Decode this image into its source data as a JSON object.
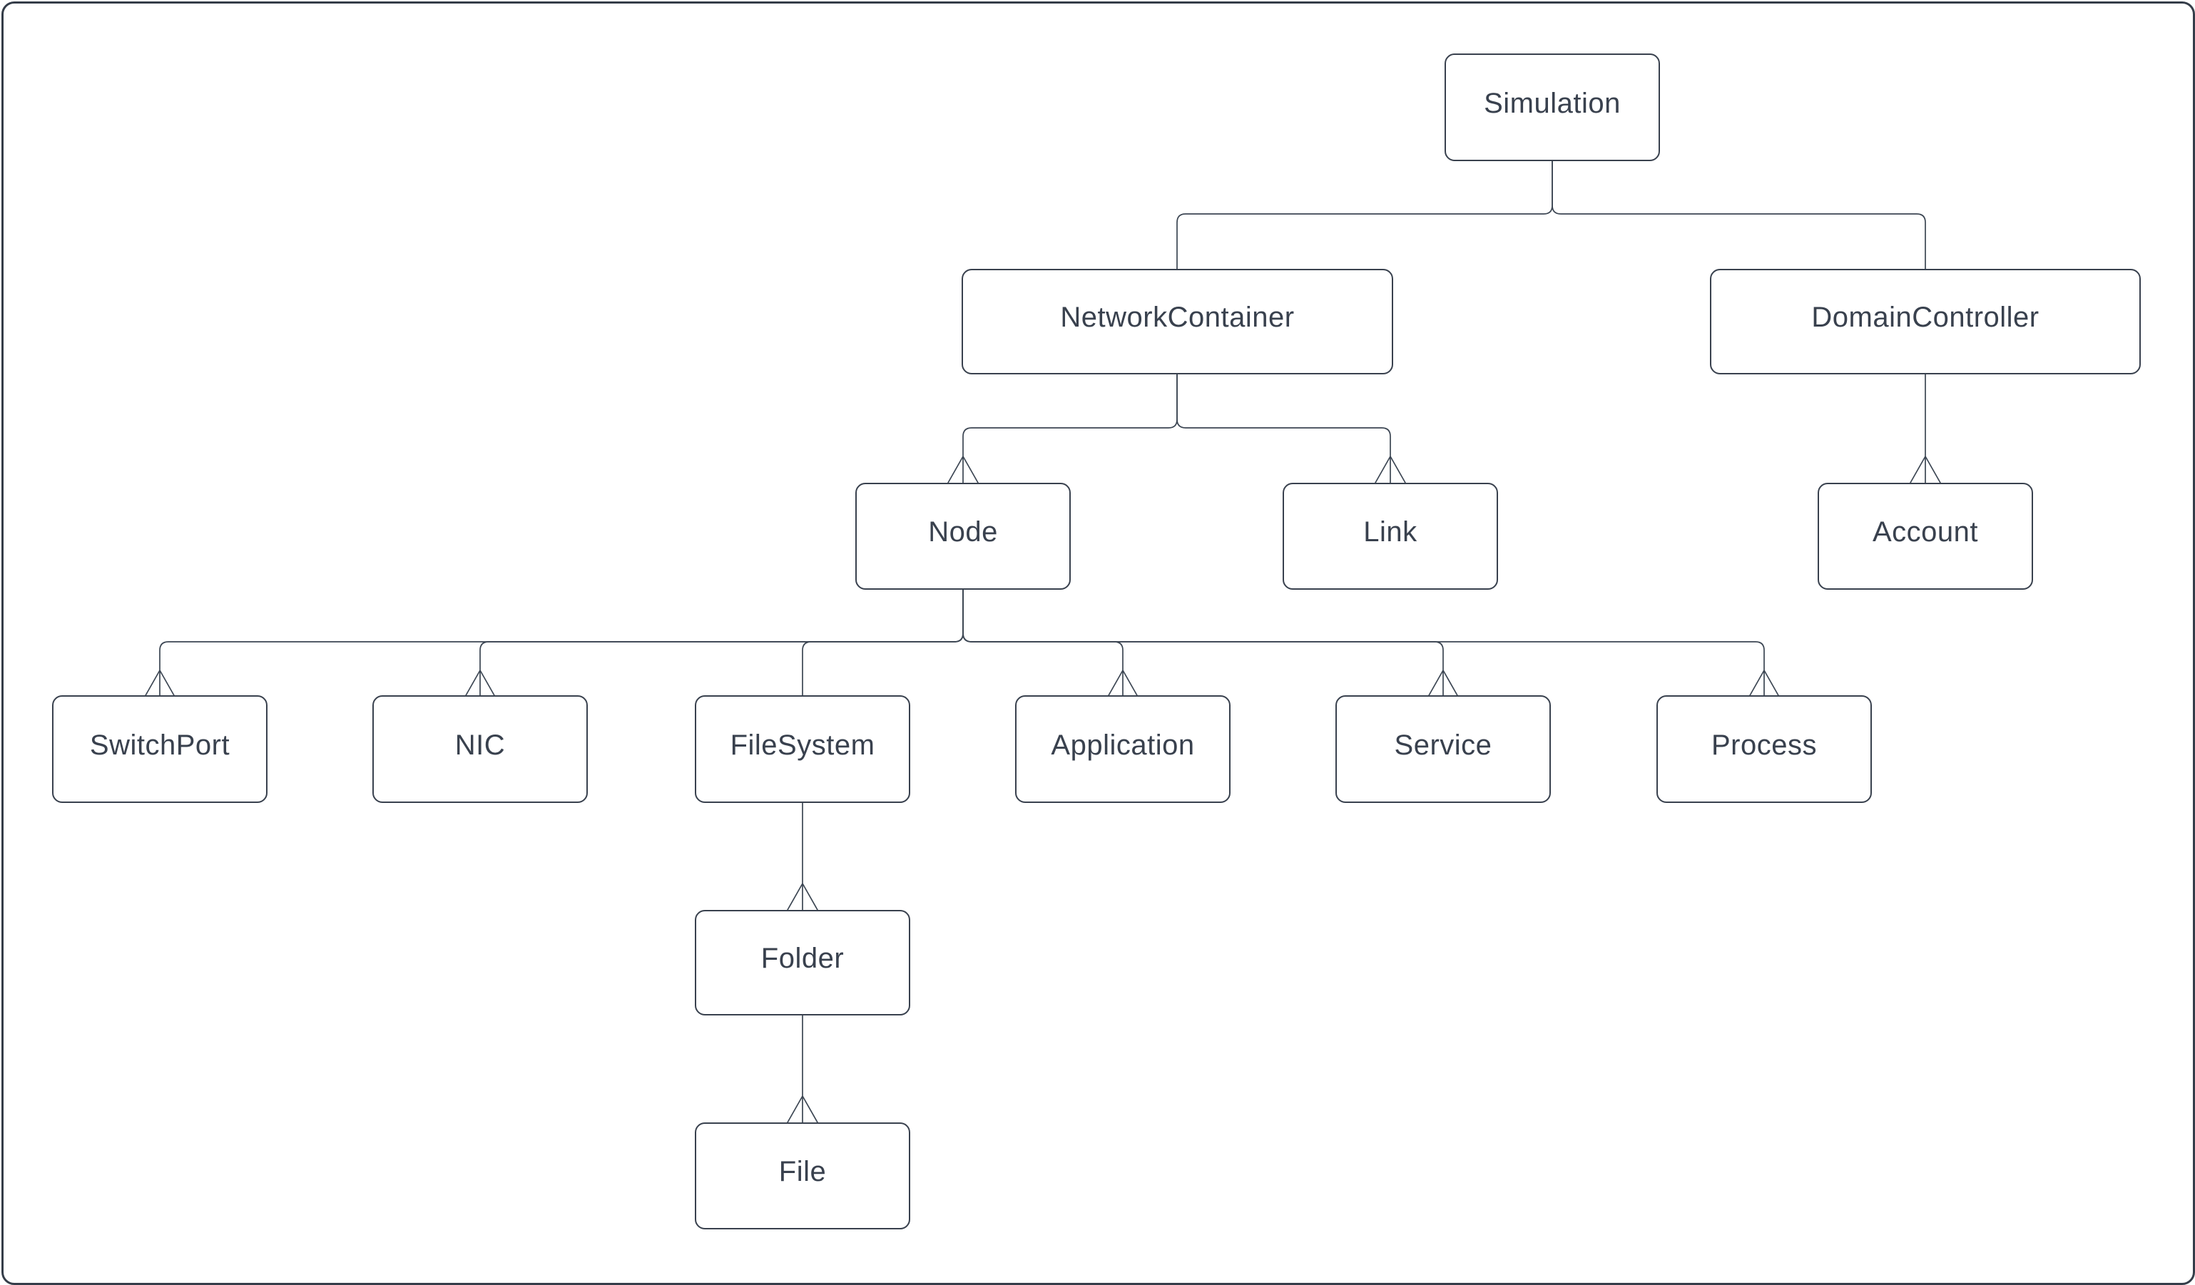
{
  "diagram": {
    "type": "class-hierarchy-tree",
    "colors": {
      "background": "#ffffff",
      "box_fill": "#ffffff",
      "box_border": "#39414e",
      "edge_stroke": "#3c4653",
      "text": "#39414e",
      "outer_border": "#353d49"
    },
    "nodes": {
      "simulation": "Simulation",
      "network_container": "NetworkContainer",
      "domain_controller": "DomainController",
      "node": "Node",
      "link": "Link",
      "account": "Account",
      "switch_port": "SwitchPort",
      "nic": "NIC",
      "file_system": "FileSystem",
      "application": "Application",
      "service": "Service",
      "process": "Process",
      "folder": "Folder",
      "file": "File"
    },
    "edges": [
      {
        "from": "simulation",
        "to": "network_container",
        "arrowhead": false
      },
      {
        "from": "simulation",
        "to": "domain_controller",
        "arrowhead": false
      },
      {
        "from": "network_container",
        "to": "node",
        "arrowhead": true
      },
      {
        "from": "network_container",
        "to": "link",
        "arrowhead": true
      },
      {
        "from": "domain_controller",
        "to": "account",
        "arrowhead": true
      },
      {
        "from": "node",
        "to": "switch_port",
        "arrowhead": true
      },
      {
        "from": "node",
        "to": "nic",
        "arrowhead": true
      },
      {
        "from": "node",
        "to": "file_system",
        "arrowhead": false
      },
      {
        "from": "node",
        "to": "application",
        "arrowhead": true
      },
      {
        "from": "node",
        "to": "service",
        "arrowhead": true
      },
      {
        "from": "node",
        "to": "process",
        "arrowhead": true
      },
      {
        "from": "file_system",
        "to": "folder",
        "arrowhead": true
      },
      {
        "from": "folder",
        "to": "file",
        "arrowhead": true
      }
    ]
  }
}
